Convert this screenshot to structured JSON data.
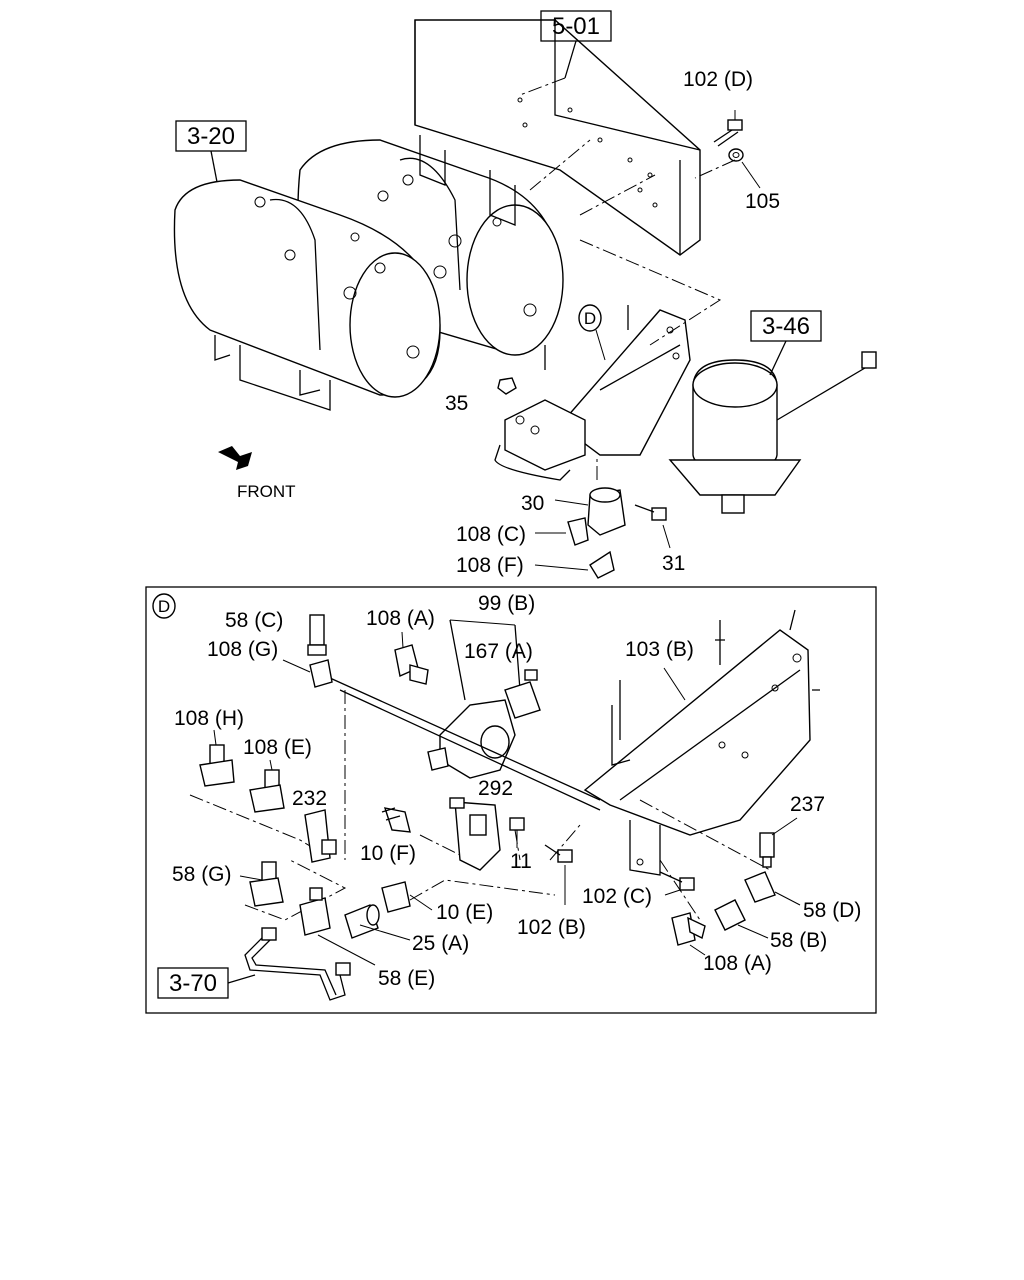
{
  "refs": {
    "frame": "5-01",
    "tanks": "3-20",
    "dryer": "3-46",
    "pipe": "3-70",
    "detail_marker": "D",
    "detail_box_marker": "D"
  },
  "front_label": "FRONT",
  "upper_labels": {
    "l102d": "102 (D)",
    "l105": "105",
    "l35": "35",
    "l30": "30",
    "l108c": "108 (C)",
    "l31": "31",
    "l108f": "108 (F)"
  },
  "detail_labels": {
    "l58c": "58 (C)",
    "l108g": "108 (G)",
    "l108a_top": "108 (A)",
    "l99b": "99 (B)",
    "l167a": "167 (A)",
    "l103b": "103 (B)",
    "l108h": "108 (H)",
    "l108e": "108 (E)",
    "l232": "232",
    "l292": "292",
    "l237": "237",
    "l10f": "10 (F)",
    "l11": "11",
    "l58g": "58 (G)",
    "l10e": "10 (E)",
    "l102b": "102 (B)",
    "l102c": "102 (C)",
    "l58d": "58 (D)",
    "l25a": "25 (A)",
    "l58b": "58 (B)",
    "l58e": "58 (E)",
    "l108a_bot": "108 (A)"
  }
}
